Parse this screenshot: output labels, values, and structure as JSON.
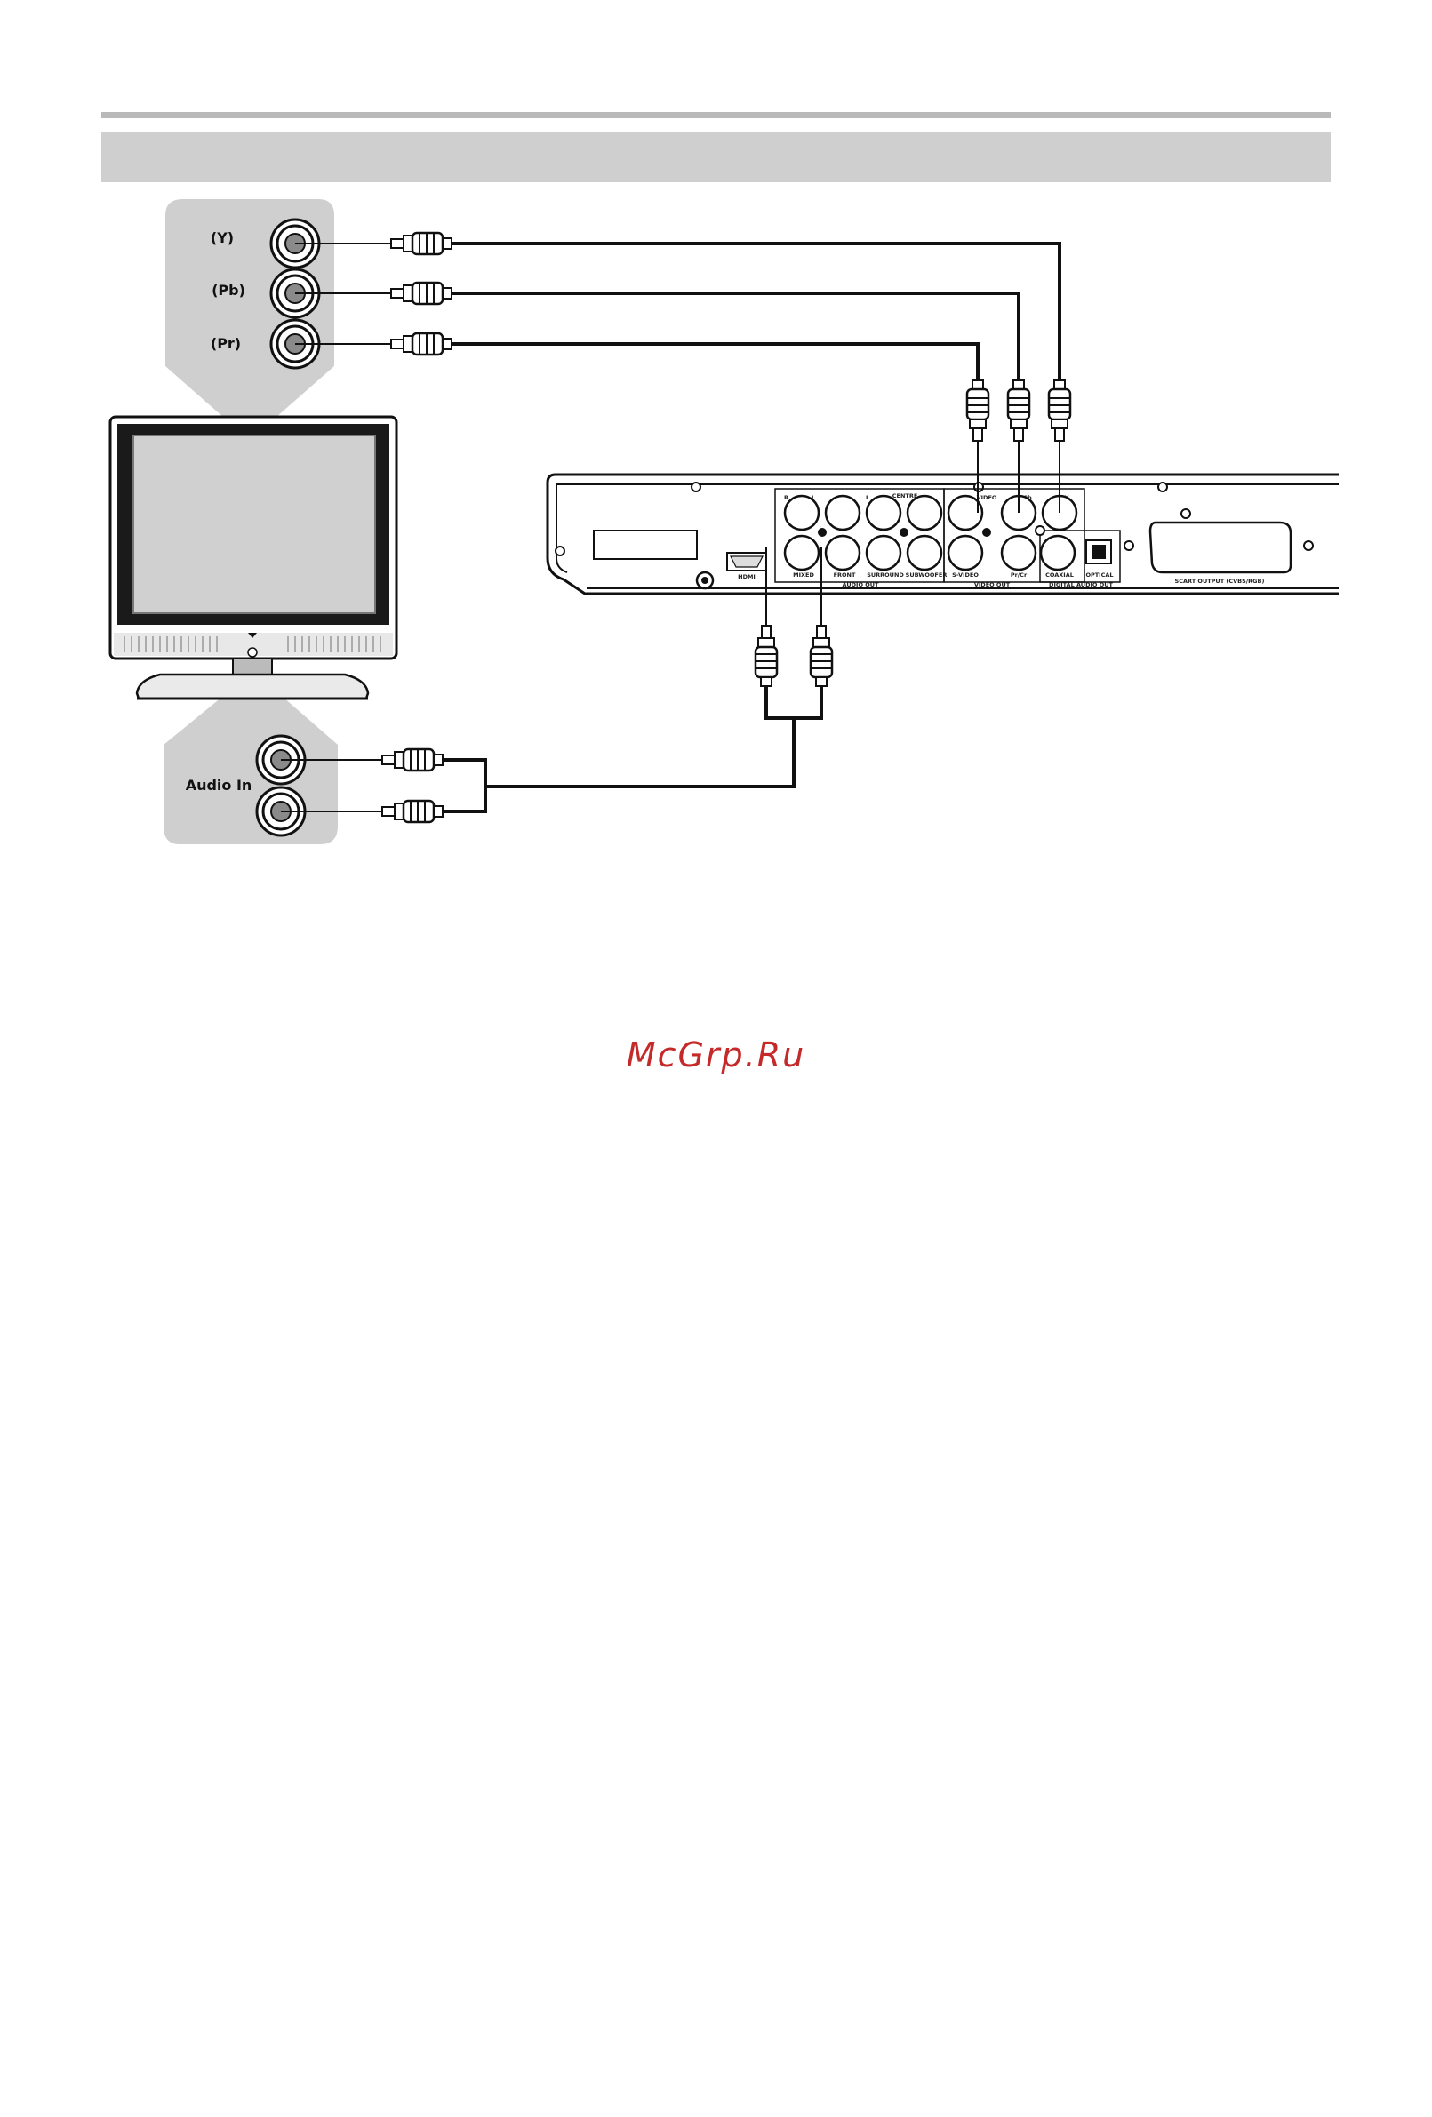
{
  "tv_panel": {
    "component_labels": [
      "(Y)",
      "(Pb)",
      "(Pr)"
    ],
    "audio_label": "Audio In"
  },
  "player": {
    "port_labels": {
      "audio_front_r": "R",
      "audio_front_l": "L",
      "center": "CENTRE",
      "mixed": "MIXED",
      "front": "FRONT",
      "surround": "SURROUND",
      "subwoofer": "SUBWOOFER",
      "audio_out": "AUDIO OUT",
      "video": "VIDEO",
      "pb_cb": "Pb/Cb",
      "y": "Y",
      "s_video": "S-VIDEO",
      "pr_cr": "Pr/Cr",
      "video_out": "VIDEO OUT",
      "coaxial": "COAXIAL",
      "optical": "OPTICAL",
      "digital_audio_out": "DIGITAL AUDIO OUT",
      "hdmi": "HDMI",
      "scart": "SCART OUTPUT (CVBS/RGB)"
    }
  },
  "watermark": "McGrp.Ru",
  "colors": {
    "watermark": "#c42a2a",
    "panel": "#cfcfcf",
    "rule": "#b9b9b9"
  }
}
